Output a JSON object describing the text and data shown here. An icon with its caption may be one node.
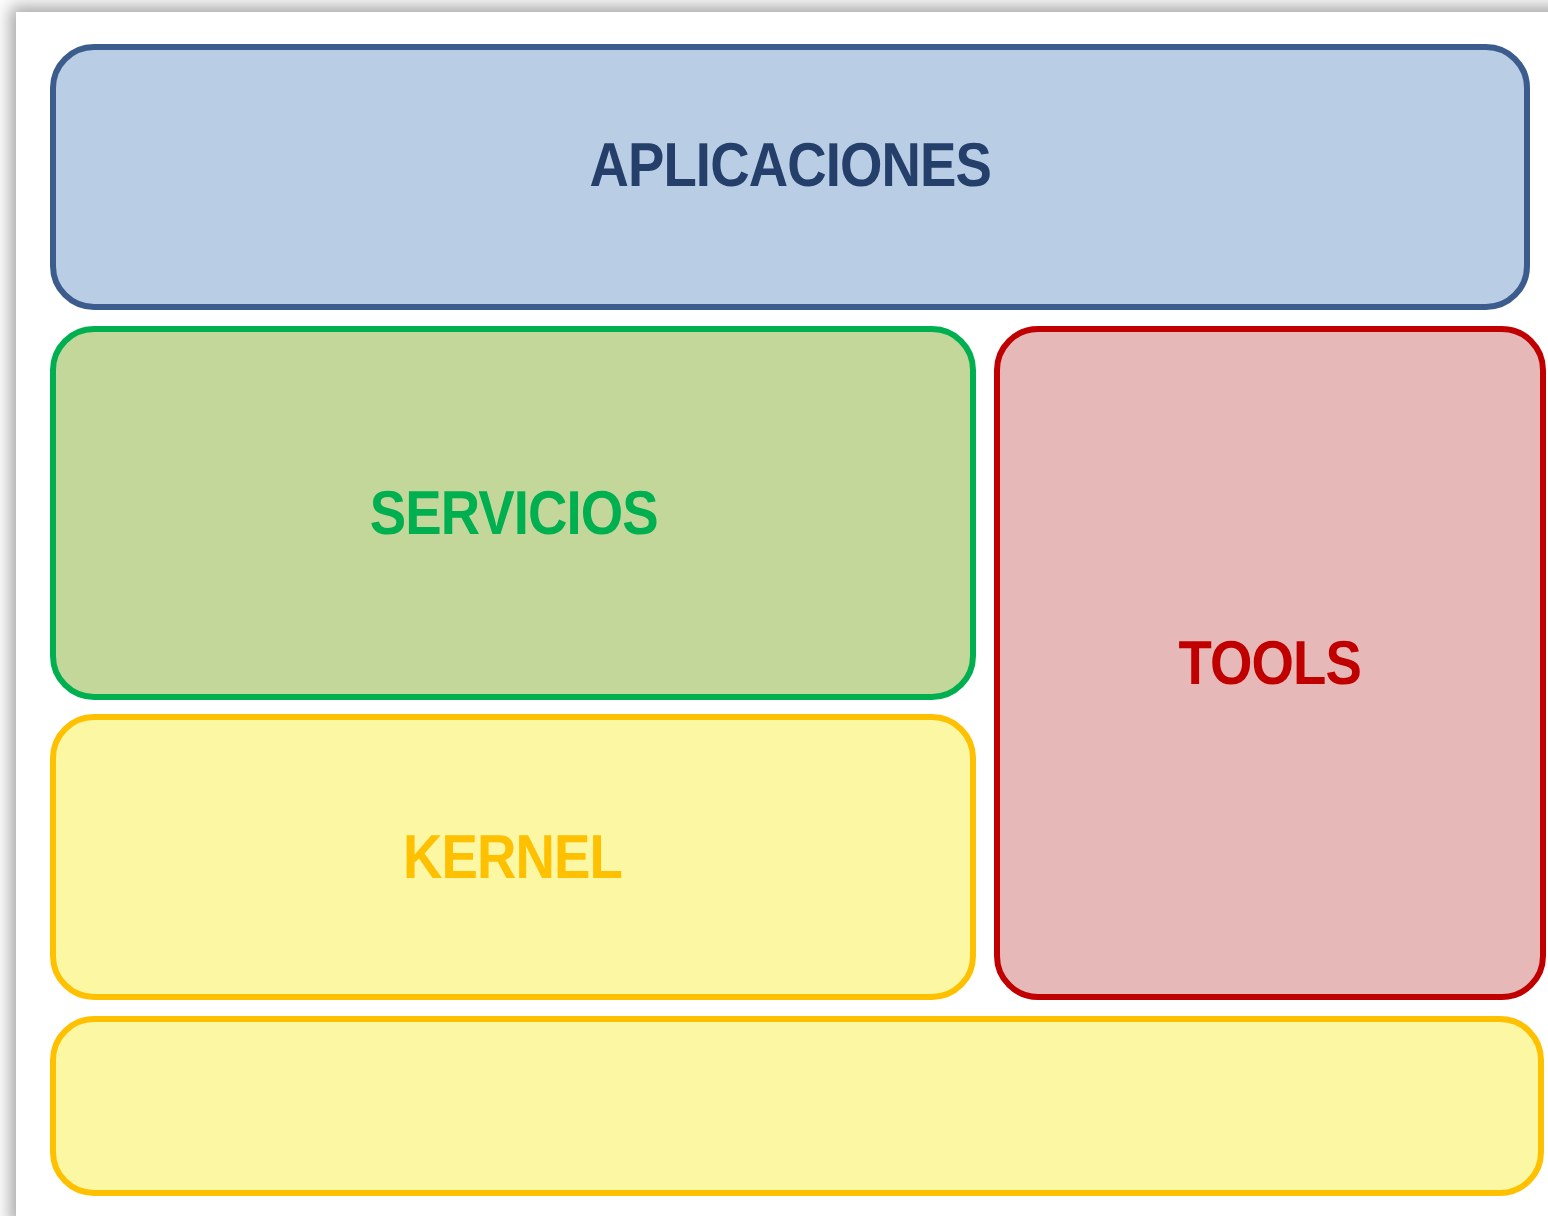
{
  "diagram": {
    "nodes": [
      {
        "text": [
          "APLICACIONES"
        ]
      },
      {
        "text": [
          "SERVICIOS"
        ]
      },
      {
        "text": [
          "TOOLS"
        ]
      },
      {
        "text": [
          "KERNEL"
        ]
      },
      {
        "text": [],
        "shape": "box"
      }
    ]
  }
}
